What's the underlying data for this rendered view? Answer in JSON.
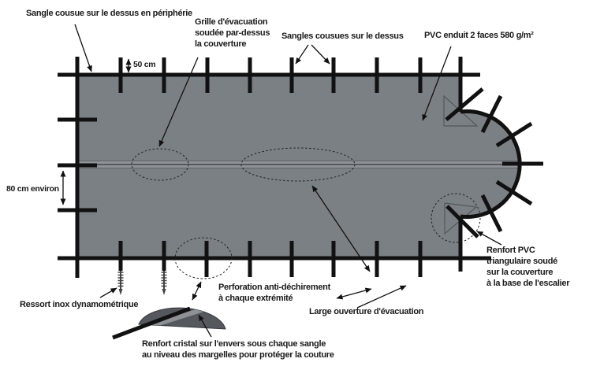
{
  "diagram": {
    "labels": {
      "sangle_peripherie": "Sangle cousue sur le dessus en périphérie",
      "grille_evacuation": "Grille d'évacuation\nsoudée par-dessus\nla couverture",
      "sangles_dessus": "Sangles cousues sur le dessus",
      "pvc_enduit": "PVC enduit 2 faces 580 g/m²",
      "ressort": "Ressort inox dynamométrique",
      "renfort_cristal": "Renfort cristal sur l'envers sous chaque sangle\nau niveau des margelles pour protéger la couture",
      "perforation": "Perforation anti-déchirement\nà chaque extrémité",
      "large_ouverture": "Large ouverture d'évacuation",
      "renfort_pvc": "Renfort PVC\ntriangulaire soudé\nsur la couverture\nà la base de l'escalier"
    },
    "dimensions": {
      "strap_extension": "50 cm",
      "strap_spacing": "80 cm environ"
    },
    "colors": {
      "cover_fill": "#7b8084",
      "drain_band": "#8f9499",
      "line_black": "#111111",
      "dome_fill": "#55595d"
    }
  }
}
